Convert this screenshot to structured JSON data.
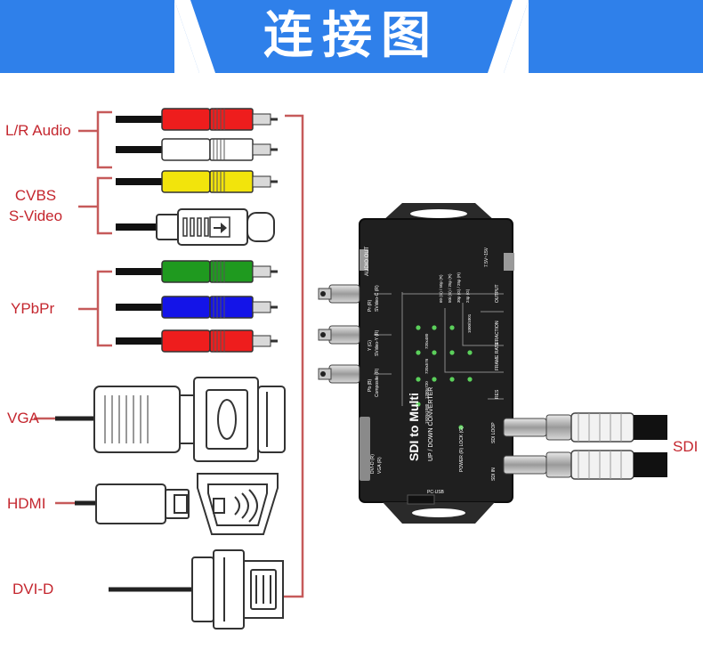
{
  "header": {
    "title": "连接图",
    "band_color": "#2f80ea"
  },
  "labels": {
    "lr_audio": "L/R Audio",
    "cvbs": "CVBS",
    "svideo": "S-Video",
    "ypbpr": "YPbPr",
    "vga": "VGA",
    "hdmi": "HDMI",
    "dvid": "DVI-D",
    "sdi": "SDI"
  },
  "device": {
    "name": "SDI to Multi",
    "subtitle": "UP / DOWN CONVERTER",
    "ports": {
      "audio_out": "AUDIO OUT",
      "pr": "Pr (R)",
      "svideo_c": "SVideo-C (R)",
      "y": "Y (G)",
      "svideo_y": "SVideo-Y (R)",
      "pb": "Pb (B)",
      "composite": "Composite (R)",
      "dvi_d": "DVI-D (R)",
      "vga": "VGA (R)",
      "power_in": "7.5V~15V",
      "output": "OUTPUT",
      "frame_rate": "FRAME RATE",
      "fraction": "FRACTION",
      "res": "RES",
      "sdi_loop": "SDI LOOP",
      "sdi_in": "SDI IN",
      "pc_usb": "PC-USB",
      "power_lock": "POWER (R) LOCK (G)"
    },
    "leds": [
      "720x480",
      "720x576",
      "1280x720",
      "1920x1080"
    ],
    "rates": [
      "60 (G) / 50p (R)",
      "50i (G) / 25p (R)",
      "30p (G) / 25p (R)",
      "24p (G)"
    ],
    "fraction_value": "1000/1001"
  },
  "colors": {
    "label": "#c4262e",
    "bracket": "#c65a5a",
    "device": "#1f1f1f",
    "led": "#5bd05b"
  }
}
